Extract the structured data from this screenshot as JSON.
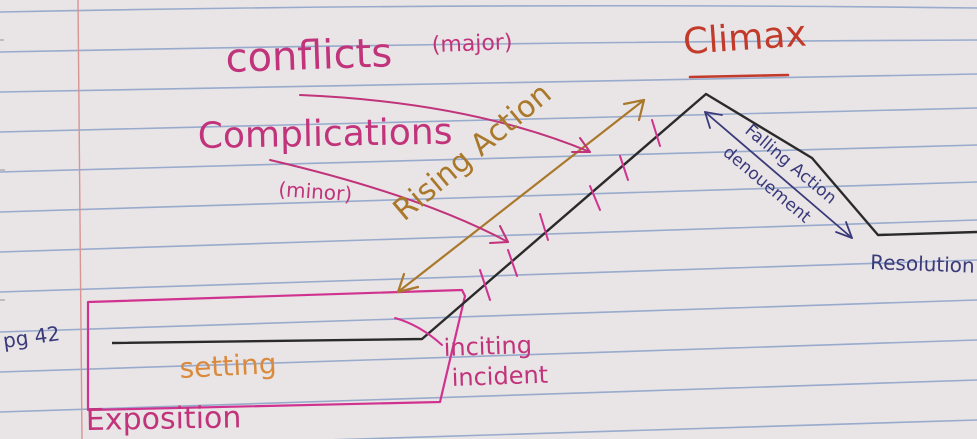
{
  "labels": {
    "conflicts": "conflicts",
    "conflicts_note": "(major)",
    "complications": "Complications",
    "complications_note": "(minor)",
    "climax": "Climax",
    "rising_action": "Rising Action",
    "falling_action": "Falling Action",
    "denouement": "denouement",
    "resolution": "Resolution",
    "setting": "setting",
    "exposition": "Exposition",
    "inciting_line1": "inciting",
    "inciting_line2": "incident",
    "page_ref": "pg 42"
  },
  "colors": {
    "paper": "#e9e4e6",
    "rule_lines": "#8aa2c8",
    "margin_line": "#d99494",
    "magenta_ink": "#c1337a",
    "pink_ink": "#d0338f",
    "gold_ink": "#a9782a",
    "orange_ink": "#d98a3c",
    "navy_ink": "#3a3a7a",
    "plot_line": "#2a2a2a",
    "red_ink": "#c23a2a"
  }
}
